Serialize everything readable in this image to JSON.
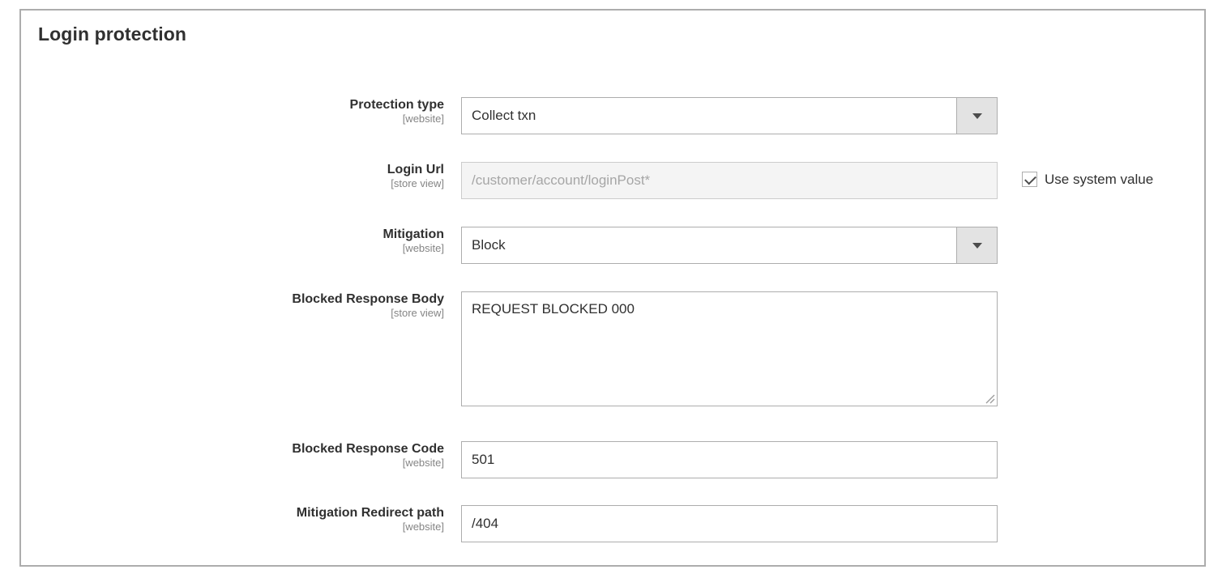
{
  "panel": {
    "title": "Login protection"
  },
  "checkbox": {
    "label": "Use system value",
    "checked": true
  },
  "fields": [
    {
      "label": "Protection type",
      "scope": "[website]",
      "type": "select",
      "value": "Collect txn",
      "options": [
        "Collect txn"
      ],
      "disabled": false
    },
    {
      "label": "Login Url",
      "scope": "[store view]",
      "type": "text",
      "value": "/customer/account/loginPost*",
      "disabled": true
    },
    {
      "label": "Mitigation",
      "scope": "[website]",
      "type": "select",
      "value": "Block",
      "options": [
        "Block"
      ],
      "disabled": false
    },
    {
      "label": "Blocked Response Body",
      "scope": "[store view]",
      "type": "textarea",
      "value": "REQUEST BLOCKED 000",
      "disabled": false
    },
    {
      "label": "Blocked Response Code",
      "scope": "[website]",
      "type": "text",
      "value": "501",
      "disabled": false
    },
    {
      "label": "Mitigation Redirect path",
      "scope": "[website]",
      "type": "text",
      "value": "/404",
      "disabled": false
    }
  ],
  "colors": {
    "panel_border": "#adadad",
    "input_border": "#adadad",
    "label_text": "#303030",
    "scope_text": "#858585",
    "disabled_bg": "#f4f4f4",
    "disabled_text": "#a6a6a6",
    "select_button_bg": "#e3e3e3"
  }
}
